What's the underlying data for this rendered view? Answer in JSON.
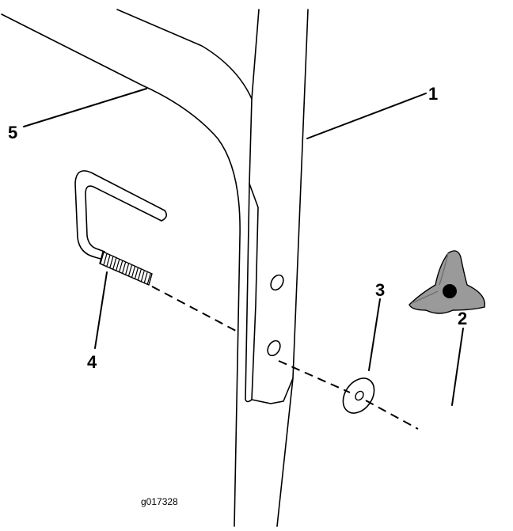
{
  "callouts": {
    "c1": "1",
    "c2": "2",
    "c3": "3",
    "c4": "4",
    "c5": "5"
  },
  "figure_id": "g017328",
  "colors": {
    "line": "#000000",
    "knob_fill": "#9a9a9a",
    "knob_dark": "#6f6f6f",
    "background": "#ffffff"
  }
}
